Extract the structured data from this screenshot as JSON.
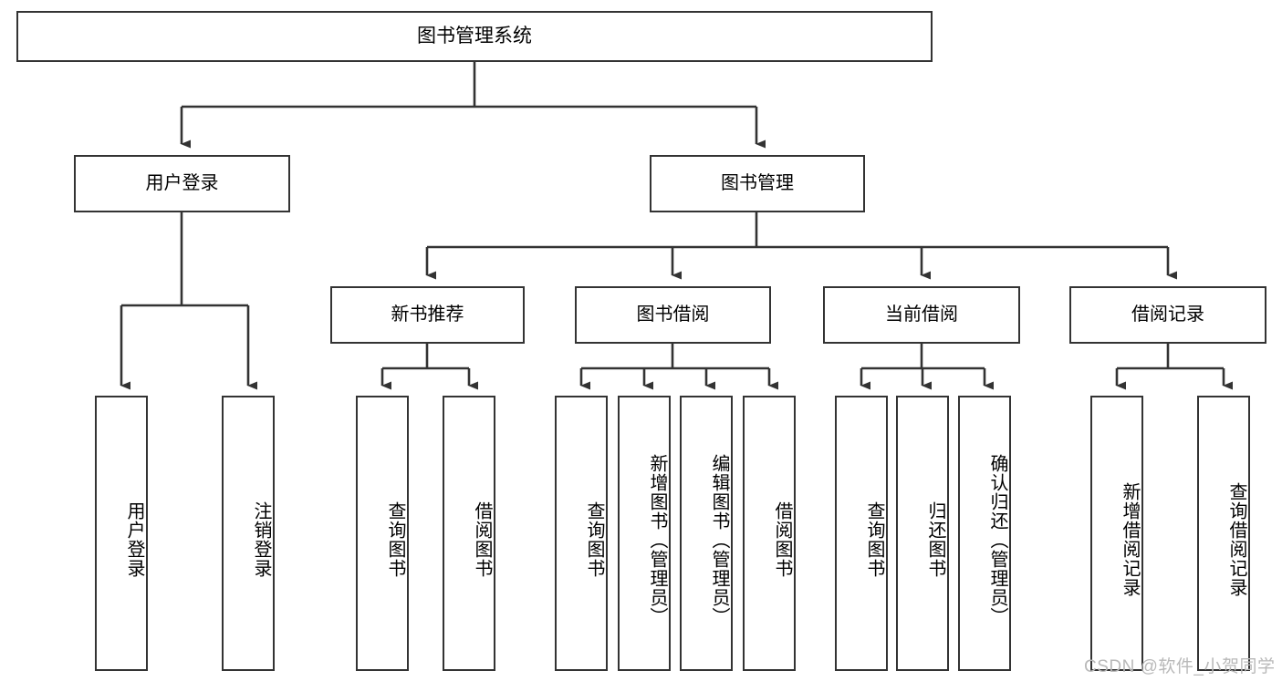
{
  "diagram": {
    "title": "图书管理系统",
    "type": "tree-hierarchy-chart",
    "root": {
      "label": "图书管理系统"
    },
    "level1": [
      {
        "label": "用户登录"
      },
      {
        "label": "图书管理"
      }
    ],
    "level2": [
      {
        "label": "新书推荐"
      },
      {
        "label": "图书借阅"
      },
      {
        "label": "当前借阅"
      },
      {
        "label": "借阅记录"
      }
    ],
    "leaves": {
      "user_login": [
        {
          "label": "用户登录"
        },
        {
          "label": "注销登录"
        }
      ],
      "new_book_recommend": [
        {
          "label": "查询图书"
        },
        {
          "label": "借阅图书"
        }
      ],
      "book_borrow": [
        {
          "label": "查询图书"
        },
        {
          "label": "新增图书（管理员）"
        },
        {
          "label": "编辑图书（管理员）"
        },
        {
          "label": "借阅图书"
        }
      ],
      "current_borrow": [
        {
          "label": "查询图书"
        },
        {
          "label": "归还图书"
        },
        {
          "label": "确认归还（管理员）"
        }
      ],
      "borrow_record": [
        {
          "label": "新增借阅记录"
        },
        {
          "label": "查询借阅记录"
        }
      ]
    }
  },
  "watermark": {
    "text": "CSDN @软件_小贺同学"
  },
  "colors": {
    "stroke": "#333333",
    "background": "#ffffff",
    "text": "#000000",
    "watermark": "#b9b9b9"
  }
}
